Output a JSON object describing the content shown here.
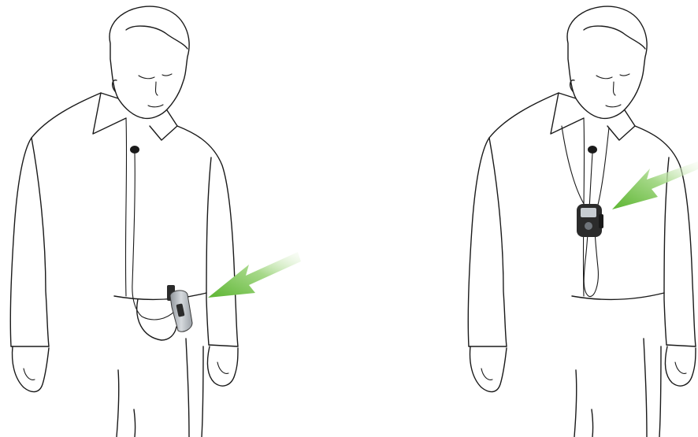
{
  "illustrations": [
    {
      "id": "belt-clip",
      "device_location": "belt-clip"
    },
    {
      "id": "neck-lanyard",
      "device_location": "neck-lanyard"
    }
  ],
  "colors": {
    "arrow_start": "#d9efc9",
    "arrow_end": "#5cb531",
    "ink": "#1a1a1a",
    "device_body": "#b9bec3",
    "device_dark": "#2b2b2b"
  },
  "icons": [
    "arrow-icon",
    "microphone-icon",
    "device-icon"
  ]
}
